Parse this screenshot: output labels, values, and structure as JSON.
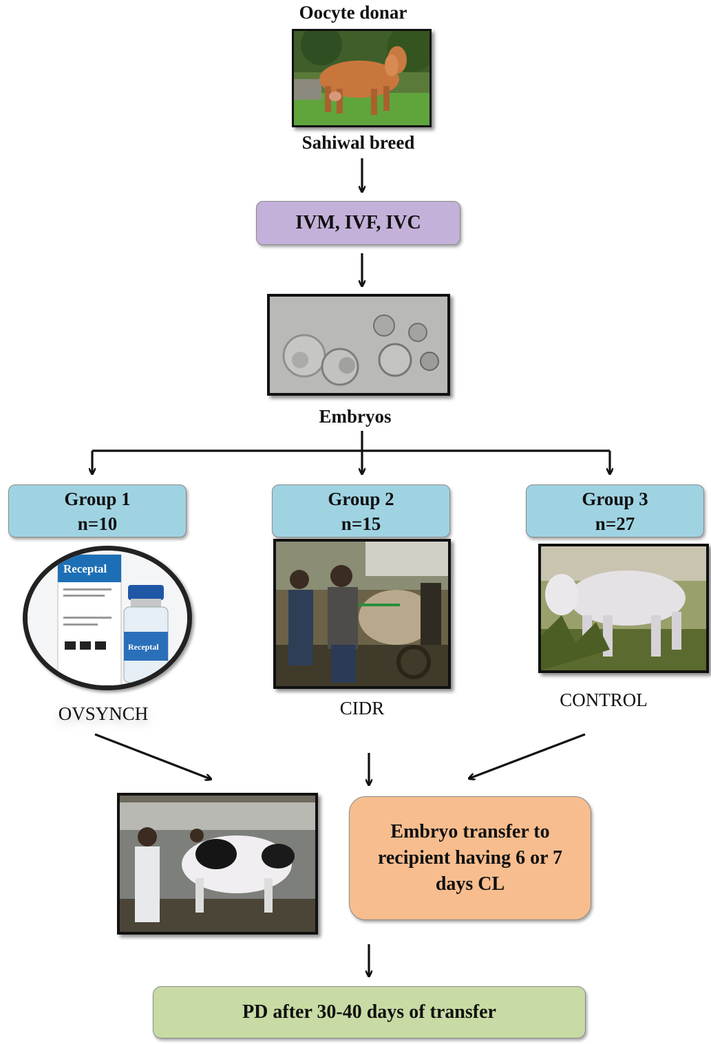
{
  "donor": {
    "heading": "Oocyte donar",
    "breed": "Sahiwal breed",
    "photo_icon": "cow-photo-icon"
  },
  "process": {
    "label": "IVM, IVF, IVC",
    "color": "#c3b1d9"
  },
  "embryos": {
    "label": "Embryos",
    "photo_icon": "embryo-microscopy-icon"
  },
  "groups": [
    {
      "title": "Group 1",
      "n": "n=10",
      "treatment": "OVSYNCH",
      "color": "#9fd3e2",
      "vial_brand": "Receptal"
    },
    {
      "title": "Group 2",
      "n": "n=15",
      "treatment": "CIDR",
      "color": "#9fd3e2"
    },
    {
      "title": "Group 3",
      "n": "n=27",
      "treatment": "CONTROL",
      "color": "#9fd3e2"
    }
  ],
  "transfer": {
    "text": "Embryo transfer to recipient having 6 or 7 days CL",
    "color": "#f8bd8e"
  },
  "pd": {
    "text": "PD after 30-40 days of transfer",
    "color": "#c8dba4"
  }
}
